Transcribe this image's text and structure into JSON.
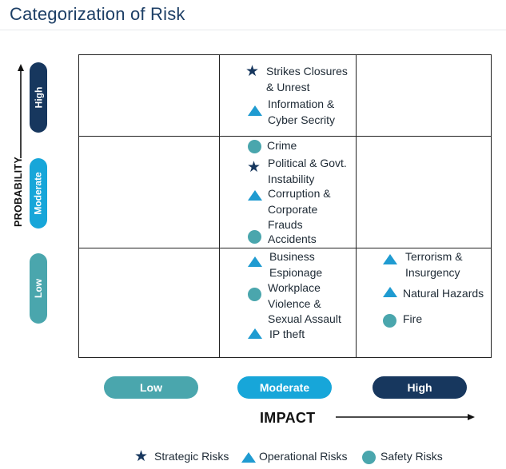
{
  "title": "Categorization of Risk",
  "y_axis": {
    "label": "PROBABILITY",
    "levels": [
      {
        "label": "High",
        "color": "#17375e"
      },
      {
        "label": "Moderate",
        "color": "#17a6d9"
      },
      {
        "label": "Low",
        "color": "#4aa6ad"
      }
    ]
  },
  "x_axis": {
    "label": "IMPACT",
    "levels": [
      {
        "label": "Low",
        "color": "#4aa6ad"
      },
      {
        "label": "Moderate",
        "color": "#17a6d9"
      },
      {
        "label": "High",
        "color": "#17375e"
      }
    ]
  },
  "risk_types": {
    "strategic": {
      "label": "Strategic Risks",
      "icon": "star-icon",
      "color": "#17375e"
    },
    "operational": {
      "label": "Operational  Risks",
      "icon": "triangle-icon",
      "color": "#1f9bd1"
    },
    "safety": {
      "label": "Safety Risks",
      "icon": "circle-icon",
      "color": "#4aa6ad"
    }
  },
  "cells": {
    "high_moderate": [
      {
        "type": "strategic",
        "text": "Strikes Closures\n& Unrest"
      },
      {
        "type": "operational",
        "text": "Information &\nCyber Secrity"
      }
    ],
    "moderate_moderate": [
      {
        "type": "safety",
        "text": "Crime"
      },
      {
        "type": "strategic",
        "text": "Political & Govt.\nInstability"
      },
      {
        "type": "operational",
        "text": "Corruption &\nCorporate\nFrauds"
      },
      {
        "type": "safety",
        "text": "Accidents"
      }
    ],
    "low_moderate": [
      {
        "type": "operational",
        "text": "Business\nEspionage"
      },
      {
        "type": "safety",
        "text": "Workplace\nViolence &\nSexual Assault"
      },
      {
        "type": "operational",
        "text": "IP theft"
      }
    ],
    "low_high": [
      {
        "type": "operational",
        "text": "Terrorism &\nInsurgency"
      },
      {
        "type": "operational",
        "text": "Natural Hazards"
      },
      {
        "type": "safety",
        "text": "Fire"
      }
    ]
  }
}
